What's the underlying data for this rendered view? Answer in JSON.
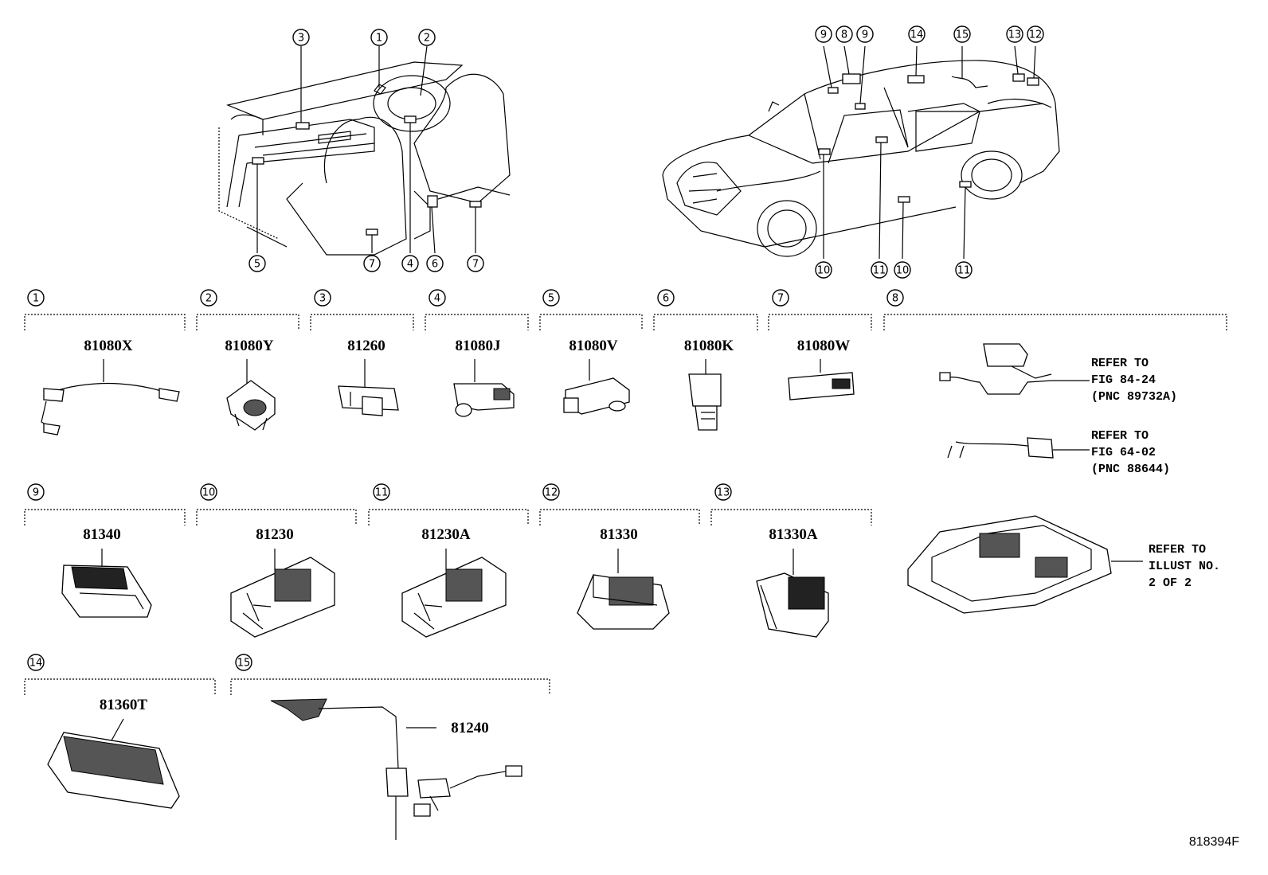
{
  "callouts": {
    "interior": [
      "3",
      "1",
      "2",
      "5",
      "7",
      "4",
      "6",
      "7"
    ],
    "exterior": [
      "9",
      "8",
      "9",
      "14",
      "15",
      "13",
      "12",
      "10",
      "11",
      "10",
      "11"
    ]
  },
  "parts": [
    {
      "num": "1",
      "pn": "81080X"
    },
    {
      "num": "2",
      "pn": "81080Y"
    },
    {
      "num": "3",
      "pn": "81260"
    },
    {
      "num": "4",
      "pn": "81080J"
    },
    {
      "num": "5",
      "pn": "81080V"
    },
    {
      "num": "6",
      "pn": "81080K"
    },
    {
      "num": "7",
      "pn": "81080W"
    },
    {
      "num": "8",
      "pn": ""
    },
    {
      "num": "9",
      "pn": "81340"
    },
    {
      "num": "10",
      "pn": "81230"
    },
    {
      "num": "11",
      "pn": "81230A"
    },
    {
      "num": "12",
      "pn": "81330"
    },
    {
      "num": "13",
      "pn": "81330A"
    },
    {
      "num": "14",
      "pn": "81360T"
    },
    {
      "num": "15",
      "pn": "81240"
    }
  ],
  "refs": {
    "r1": [
      "REFER TO",
      "FIG 84-24",
      "(PNC 89732A)"
    ],
    "r2": [
      "REFER TO",
      "FIG 64-02",
      "(PNC 88644)"
    ],
    "r3": [
      "REFER TO",
      "ILLUST NO.",
      "2 OF 2"
    ]
  },
  "figure_code": "818394F"
}
